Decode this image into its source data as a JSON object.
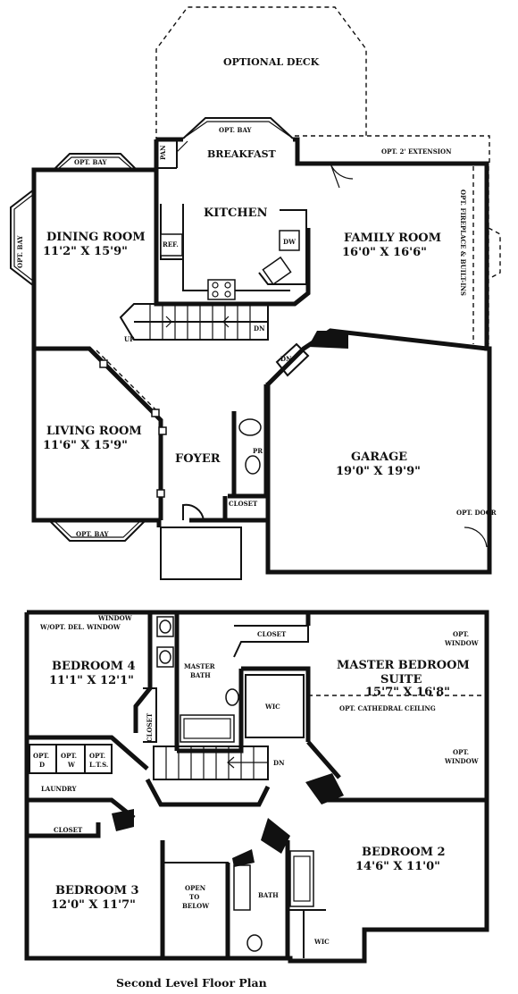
{
  "first_floor": {
    "optional_deck": "OPTIONAL DECK",
    "opt_bay_breakfast": "OPT. BAY",
    "pan": "PAN",
    "breakfast": "BREAKFAST",
    "opt_extension": "OPT. 2' EXTENSION",
    "opt_bay_dining": "OPT. BAY",
    "opt_bay_side": "OPT. BAY",
    "dining_room": "DINING ROOM",
    "dining_dims": "11'2\" X 15'9\"",
    "kitchen": "KITCHEN",
    "ref": "REF.",
    "dw": "DW",
    "family_room": "FAMILY ROOM",
    "family_dims": "16'0\" X 16'6\"",
    "opt_fireplace": "OPT. FIREPLACE & BUILT-INS",
    "up": "UP",
    "dn_stair": "DN",
    "dn_garage": "DN",
    "living_room": "LIVING ROOM",
    "living_dims": "11'6\" X 15'9\"",
    "foyer": "FOYER",
    "pr": "PR",
    "closet": "CLOSET",
    "garage": "GARAGE",
    "garage_dims": "19'0\" X 19'9\"",
    "opt_door": "OPT. DOOR",
    "opt_bay_living": "OPT. BAY"
  },
  "second_floor": {
    "window_note_1": "WINDOW",
    "window_note_2": "W/OPT. DEL. WINDOW",
    "master_bath_1": "MASTER",
    "master_bath_2": "BATH",
    "closet_master": "CLOSET",
    "opt_window_top_1": "OPT.",
    "opt_window_top_2": "WINDOW",
    "master_suite_1": "MASTER BEDROOM",
    "master_suite_2": "SUITE",
    "master_dims": "15'7\" X 16'8\"",
    "bedroom4": "BEDROOM 4",
    "bedroom4_dims": "11'1\" X 12'1\"",
    "closet_b4": "CLOSET",
    "wic_master": "WIC",
    "cathedral": "OPT. CATHEDRAL CEILING",
    "opt_window_mid_1": "OPT.",
    "opt_window_mid_2": "WINDOW",
    "opt_d": "OPT.",
    "opt_d2": "D",
    "opt_w": "OPT.",
    "opt_w2": "W",
    "opt_lt": "OPT.",
    "opt_lt2": "L.T.S.",
    "dn": "DN",
    "laundry": "LAUNDRY",
    "closet_b3": "CLOSET",
    "bedroom2": "BEDROOM 2",
    "bedroom2_dims": "14'6\" X 11'0\"",
    "bedroom3": "BEDROOM 3",
    "bedroom3_dims": "12'0\" X 11'7\"",
    "open_below_1": "OPEN",
    "open_below_2": "TO",
    "open_below_3": "BELOW",
    "bath": "BATH",
    "wic_b2": "WIC"
  },
  "caption": "Second Level Floor Plan"
}
